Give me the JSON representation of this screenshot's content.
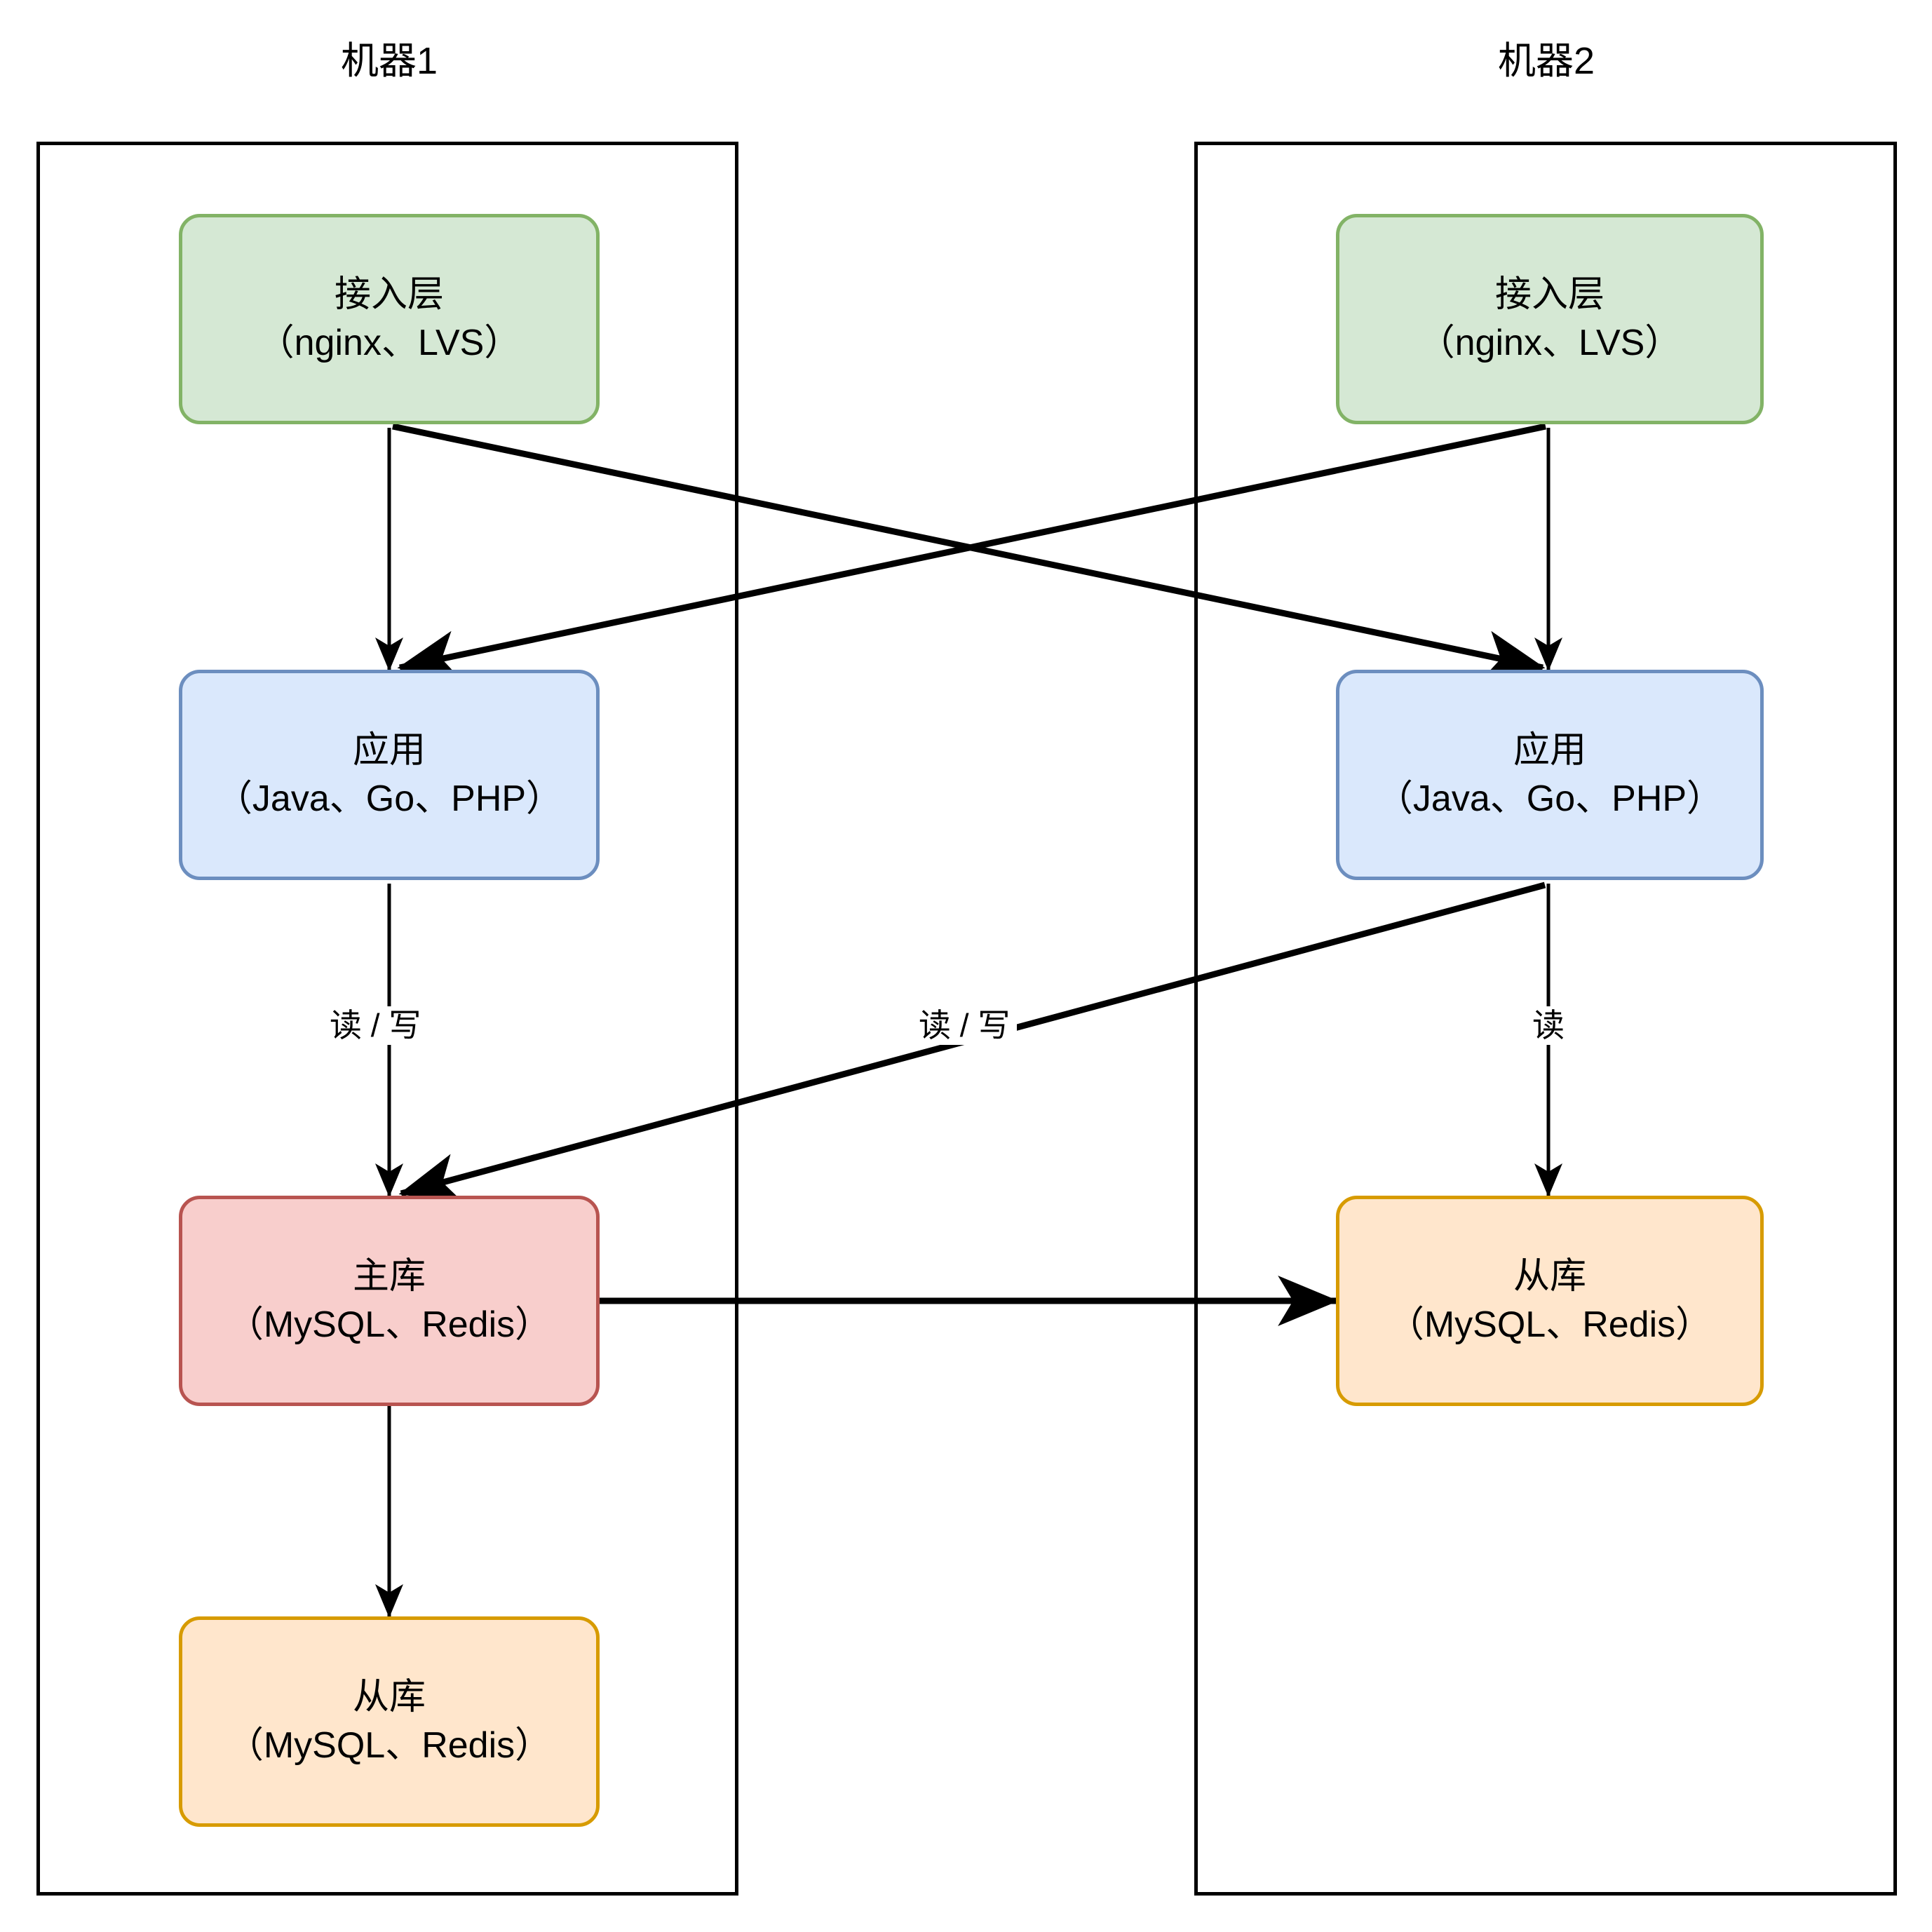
{
  "diagram": {
    "title_left": "机器1",
    "title_right": "机器2",
    "machines": [
      {
        "id": "machine1",
        "label": "机器1",
        "nodes": [
          {
            "id": "m1-access",
            "role": "access-layer",
            "line1": "接入层",
            "line2": "（nginx、LVS）",
            "color": "green",
            "fill": "#d5e8d4",
            "stroke": "#82b366"
          },
          {
            "id": "m1-app",
            "role": "application",
            "line1": "应用",
            "line2": "（Java、Go、PHP）",
            "color": "blue",
            "fill": "#dae8fc",
            "stroke": "#6c8ebf"
          },
          {
            "id": "m1-master",
            "role": "master-db",
            "line1": "主库",
            "line2": "（MySQL、Redis）",
            "color": "red",
            "fill": "#f8cecc",
            "stroke": "#b85450"
          },
          {
            "id": "m1-slave",
            "role": "slave-db",
            "line1": "从库",
            "line2": "（MySQL、Redis）",
            "color": "orange",
            "fill": "#ffe6cc",
            "stroke": "#d79b00"
          }
        ]
      },
      {
        "id": "machine2",
        "label": "机器2",
        "nodes": [
          {
            "id": "m2-access",
            "role": "access-layer",
            "line1": "接入层",
            "line2": "（nginx、LVS）",
            "color": "green",
            "fill": "#d5e8d4",
            "stroke": "#82b366"
          },
          {
            "id": "m2-app",
            "role": "application",
            "line1": "应用",
            "line2": "（Java、Go、PHP）",
            "color": "blue",
            "fill": "#dae8fc",
            "stroke": "#6c8ebf"
          },
          {
            "id": "m2-slave",
            "role": "slave-db",
            "line1": "从库",
            "line2": "（MySQL、Redis）",
            "color": "orange",
            "fill": "#ffe6cc",
            "stroke": "#d79b00"
          }
        ]
      }
    ],
    "edges": [
      {
        "id": "e1",
        "from": "m1-access",
        "to": "m1-app",
        "label": ""
      },
      {
        "id": "e2",
        "from": "m1-access",
        "to": "m2-app",
        "label": ""
      },
      {
        "id": "e3",
        "from": "m2-access",
        "to": "m2-app",
        "label": ""
      },
      {
        "id": "e4",
        "from": "m2-access",
        "to": "m1-app",
        "label": ""
      },
      {
        "id": "e5",
        "from": "m1-app",
        "to": "m1-master",
        "label": "读 / 写"
      },
      {
        "id": "e6",
        "from": "m2-app",
        "to": "m1-master",
        "label": "读 / 写"
      },
      {
        "id": "e7",
        "from": "m2-app",
        "to": "m2-slave",
        "label": "读"
      },
      {
        "id": "e8",
        "from": "m1-master",
        "to": "m2-slave",
        "label": ""
      },
      {
        "id": "e9",
        "from": "m1-master",
        "to": "m1-slave",
        "label": ""
      }
    ],
    "edge_labels": {
      "app1_to_master": "读 / 写",
      "app2_to_master": "读 / 写",
      "app2_to_slave2": "读"
    },
    "colors": {
      "background": "#ffffff",
      "line": "#000000",
      "green_fill": "#d5e8d4",
      "green_stroke": "#82b366",
      "blue_fill": "#dae8fc",
      "blue_stroke": "#6c8ebf",
      "red_fill": "#f8cecc",
      "red_stroke": "#b85450",
      "orange_fill": "#ffe6cc",
      "orange_stroke": "#d79b00"
    }
  }
}
